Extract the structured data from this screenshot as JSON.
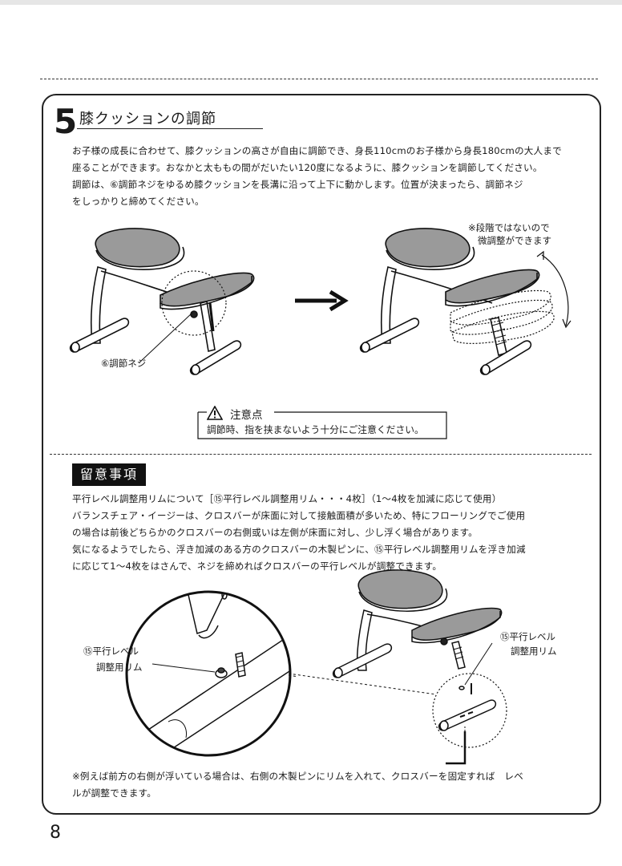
{
  "section": {
    "number": "5",
    "title": "膝クッションの調節",
    "paragraphs": [
      "お子様の成長に合わせて、膝クッションの高さが自由に調節でき、身長110cmのお子様から身長180cmの大人まで",
      "座ることができます。おなかと太ももの間がだいたい120度になるように、膝クッションを調節してください。",
      "調節は、⑥調節ネジをゆるめ膝クッションを長溝に沿って上下に動かします。位置が決まったら、調節ネジ",
      "をしっかりと締めてください。"
    ],
    "label_screw": "⑥調節ネジ",
    "note_step_1": "※段階ではないので",
    "note_step_2": "微調整ができます",
    "caution_title": "注意点",
    "caution_body": "調節時、指を挟まないよう十分にご注意ください。"
  },
  "notice": {
    "heading": "留意事項",
    "paragraphs": [
      "平行レベル調整用リムについて［⑮平行レベル調整用リム・・・4枚］（1〜4枚を加減に応じて使用）",
      "バランスチェア・イージーは、クロスバーが床面に対して接触面積が多いため、特にフローリングでご使用",
      "の場合は前後どちらかのクロスバーの右側或いは左側が床面に対し、少し浮く場合があります。",
      "気になるようでしたら、浮き加減のある方のクロスバーの木製ピンに、⑮平行レベル調整用リムを浮き加減",
      "に応じて1〜4枚をはさんで、ネジを締めればクロスバーの平行レベルが調整できます。"
    ],
    "label_rim_left_1": "⑮平行レベル",
    "label_rim_left_2": "調整用リム",
    "label_rim_right_1": "⑮平行レベル",
    "label_rim_right_2": "調整用リム",
    "footnote_1": "※例えば前方の右側が浮いている場合は、右側の木製ピンにリムを入れて、クロスバーを固定すれば　レベ",
    "footnote_2": "ルが調整できます。"
  },
  "page_number": "8"
}
